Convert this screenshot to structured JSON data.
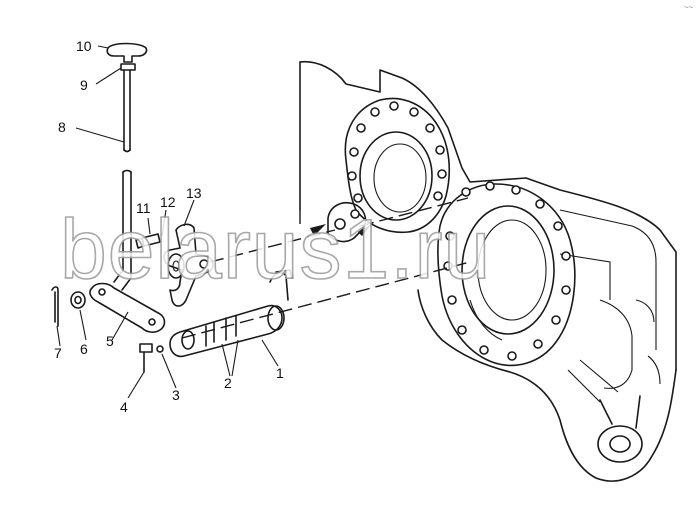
{
  "watermark": "belarus1.ru",
  "corner_mark": "~~",
  "callouts": {
    "c1": "1",
    "c2": "2",
    "c3": "3",
    "c4": "4",
    "c5": "5",
    "c6": "6",
    "c7": "7",
    "c8": "8",
    "c9": "9",
    "c10": "10",
    "c11": "11",
    "c12": "12",
    "c13": "13"
  }
}
